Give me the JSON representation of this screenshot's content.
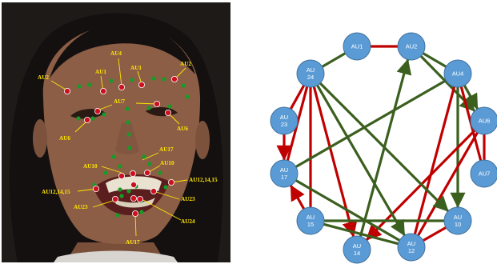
{
  "colors": {
    "photo_background": "#1e1a18",
    "skin": "#8c5e46",
    "hair": "#141010",
    "landmark_red": "#cc1020",
    "landmark_green": "#189a28",
    "label_yellow": "#ffe600",
    "node_fill": "#5b9bd5",
    "node_stroke": "#41719c",
    "edge_green": "#3b5f1e",
    "edge_red": "#c00000"
  },
  "photo": {
    "landmark_labels": [
      {
        "id": "au4-brow",
        "text": "AU4"
      },
      {
        "id": "au1-left",
        "text": "AU1"
      },
      {
        "id": "au1-right",
        "text": "AU1"
      },
      {
        "id": "au2-left",
        "text": "AU2"
      },
      {
        "id": "au2-right",
        "text": "AU2"
      },
      {
        "id": "au7",
        "text": "AU7"
      },
      {
        "id": "au6-left",
        "text": "AU6"
      },
      {
        "id": "au6-right",
        "text": "AU6"
      },
      {
        "id": "au17-top",
        "text": "AU17"
      },
      {
        "id": "au10-left",
        "text": "AU10"
      },
      {
        "id": "au10-right",
        "text": "AU10"
      },
      {
        "id": "au12-right",
        "text": "AU12,14,15"
      },
      {
        "id": "au12-left",
        "text": "AU12,14,15"
      },
      {
        "id": "au23-right",
        "text": "AU23"
      },
      {
        "id": "au23-left",
        "text": "AU23"
      },
      {
        "id": "au24",
        "text": "AU24"
      },
      {
        "id": "au17-bottom",
        "text": "AU17"
      }
    ]
  },
  "graph": {
    "nodes": [
      {
        "id": "AU1",
        "lines": [
          "AU1"
        ]
      },
      {
        "id": "AU2",
        "lines": [
          "AU2"
        ]
      },
      {
        "id": "AU4",
        "lines": [
          "AU4"
        ]
      },
      {
        "id": "AU6",
        "lines": [
          "AU6"
        ]
      },
      {
        "id": "AU7",
        "lines": [
          "AU7"
        ]
      },
      {
        "id": "AU10",
        "lines": [
          "AU",
          "10"
        ]
      },
      {
        "id": "AU12",
        "lines": [
          "AU",
          "12"
        ]
      },
      {
        "id": "AU14",
        "lines": [
          "AU",
          "14"
        ]
      },
      {
        "id": "AU15",
        "lines": [
          "AU",
          "15"
        ]
      },
      {
        "id": "AU17",
        "lines": [
          "AU",
          "17"
        ]
      },
      {
        "id": "AU23",
        "lines": [
          "AU",
          "23"
        ]
      },
      {
        "id": "AU24",
        "lines": [
          "AU",
          "24"
        ]
      }
    ],
    "edges": [
      {
        "from": "AU1",
        "to": "AU2",
        "color": "red",
        "arrow": false
      },
      {
        "from": "AU24",
        "to": "AU1",
        "color": "green",
        "arrow": false
      },
      {
        "from": "AU2",
        "to": "AU4",
        "color": "green",
        "arrow": false
      },
      {
        "from": "AU2",
        "to": "AU6",
        "color": "green",
        "arrow": true
      },
      {
        "from": "AU4",
        "to": "AU6",
        "color": "green",
        "arrow": true
      },
      {
        "from": "AU4",
        "to": "AU7",
        "color": "red",
        "arrow": false
      },
      {
        "from": "AU6",
        "to": "AU7",
        "color": "red",
        "arrow": false
      },
      {
        "from": "AU4",
        "to": "AU10",
        "color": "green",
        "arrow": true
      },
      {
        "from": "AU4",
        "to": "AU12",
        "color": "red",
        "arrow": false
      },
      {
        "from": "AU6",
        "to": "AU12",
        "color": "red",
        "arrow": false
      },
      {
        "from": "AU6",
        "to": "AU14",
        "color": "red",
        "arrow": true
      },
      {
        "from": "AU10",
        "to": "AU12",
        "color": "red",
        "arrow": false
      },
      {
        "from": "AU24",
        "to": "AU23",
        "color": "red",
        "arrow": false
      },
      {
        "from": "AU23",
        "to": "AU17",
        "color": "red",
        "arrow": true
      },
      {
        "from": "AU24",
        "to": "AU17",
        "color": "red",
        "arrow": false
      },
      {
        "from": "AU24",
        "to": "AU15",
        "color": "red",
        "arrow": false
      },
      {
        "from": "AU24",
        "to": "AU14",
        "color": "red",
        "arrow": true
      },
      {
        "from": "AU24",
        "to": "AU12",
        "color": "green",
        "arrow": true
      },
      {
        "from": "AU24",
        "to": "AU10",
        "color": "green",
        "arrow": true
      },
      {
        "from": "AU15",
        "to": "AU17",
        "color": "red",
        "arrow": true
      },
      {
        "from": "AU17",
        "to": "AU12",
        "color": "green",
        "arrow": false
      },
      {
        "from": "AU15",
        "to": "AU12",
        "color": "green",
        "arrow": false
      },
      {
        "from": "AU14",
        "to": "AU2",
        "color": "green",
        "arrow": true
      },
      {
        "from": "AU17",
        "to": "AU4",
        "color": "green",
        "arrow": false
      },
      {
        "from": "AU15",
        "to": "AU10",
        "color": "green",
        "arrow": false
      }
    ]
  }
}
